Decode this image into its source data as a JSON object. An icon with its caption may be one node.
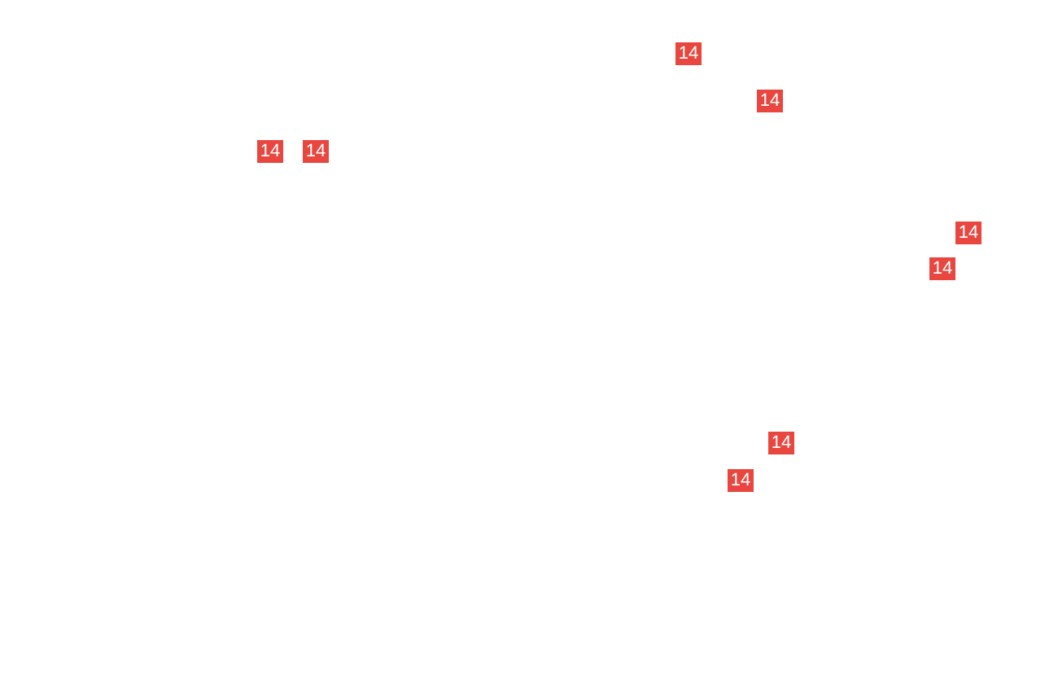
{
  "diagram": {
    "labels": [
      "14",
      "14",
      "14",
      "14",
      "14",
      "14",
      "14",
      "14"
    ]
  }
}
